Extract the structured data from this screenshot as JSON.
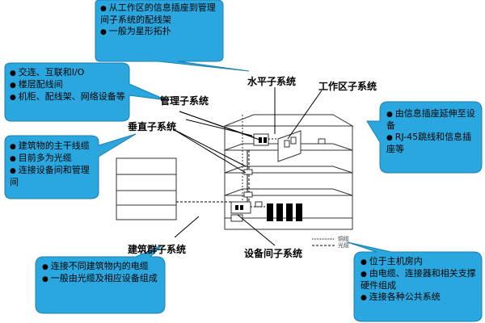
{
  "colors": {
    "bubble": "#2aa7df",
    "bubble_edge": "#1c7fb0",
    "line": "#000000",
    "wall": "#333333"
  },
  "labels": {
    "horizontal": "水平子系统",
    "management": "管理子系统",
    "work_area": "工作区子系统",
    "vertical": "垂直子系统",
    "campus": "建筑群子系统",
    "equipment": "设备间子系统"
  },
  "legend": {
    "cable": "铜缆",
    "fiber": "光缆"
  },
  "bubbles": {
    "top": [
      "从工作区的信息插座到管理间子系统的配线架",
      "一般为星形拓扑"
    ],
    "left_upper": [
      "交连、互联和I/O",
      "楼层配线间",
      "机柜、配线架、网络设备等"
    ],
    "left_middle": [
      "建筑物的主干线缆",
      "目前多为光缆",
      "连接设备间和管理间"
    ],
    "right": [
      "由信息插座延伸至设备",
      "RJ-45跳线和信息插座等"
    ],
    "bottom_left": [
      "连接不同建筑物内的电缆",
      "一般由光缆及相应设备组成"
    ],
    "bottom_right": [
      "位于主机房内",
      "由电缆、连接器和相关支撑硬件组成",
      "连接各种公共系统"
    ]
  }
}
